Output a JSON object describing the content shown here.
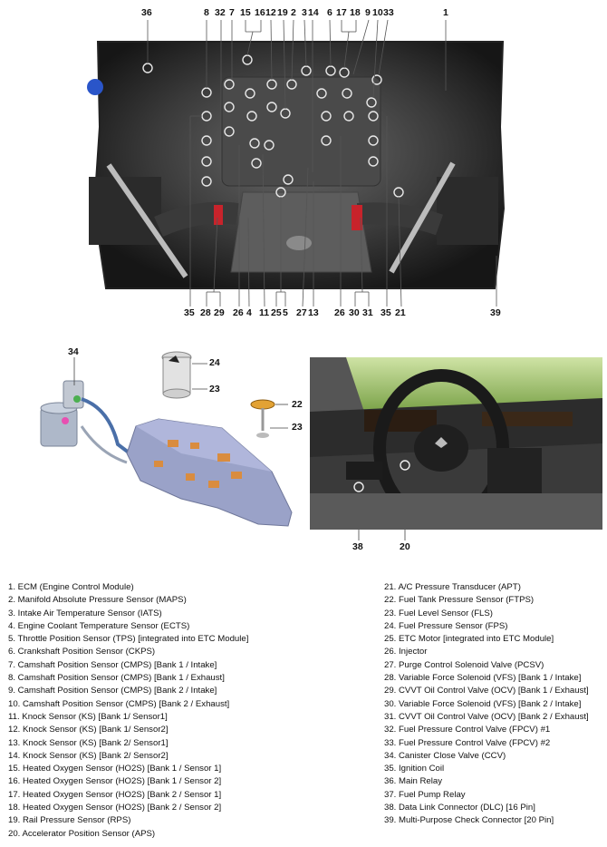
{
  "engine_callouts": {
    "top": [
      "36",
      "8",
      "32",
      "7",
      "15",
      "16",
      "12",
      "19",
      "2",
      "3",
      "14",
      "6",
      "17",
      "18",
      "9",
      "10",
      "33",
      "1"
    ],
    "bottom": [
      "35",
      "28",
      "29",
      "26",
      "4",
      "11",
      "25",
      "5",
      "27",
      "13",
      "26",
      "30",
      "31",
      "35",
      "21",
      "39"
    ]
  },
  "fuel_callouts": [
    "34",
    "24",
    "23",
    "22",
    "23"
  ],
  "interior_callouts": [
    "38",
    "20"
  ],
  "legend_left": [
    "1. ECM (Engine Control Module)",
    "2. Manifold Absolute Pressure Sensor (MAPS)",
    "3. Intake Air Temperature Sensor (IATS)",
    "4. Engine Coolant Temperature Sensor (ECTS)",
    "5. Throttle Position Sensor (TPS) [integrated into ETC Module]",
    "6. Crankshaft Position Sensor (CKPS)",
    "7. Camshaft Position Sensor (CMPS) [Bank 1 / Intake]",
    "8. Camshaft Position Sensor (CMPS) [Bank 1 / Exhaust]",
    "9. Camshaft Position Sensor (CMPS) [Bank 2 / Intake]",
    "10. Camshaft Position Sensor (CMPS) [Bank 2 / Exhaust]",
    "11. Knock Sensor (KS) [Bank 1/ Sensor1]",
    "12. Knock Sensor (KS) [Bank 1/ Sensor2]",
    "13. Knock Sensor (KS) [Bank 2/ Sensor1]",
    "14. Knock Sensor (KS) [Bank 2/ Sensor2]",
    "15. Heated Oxygen Sensor (HO2S) [Bank 1 / Sensor 1]",
    "16. Heated Oxygen Sensor (HO2S) [Bank 1 / Sensor 2]",
    "17. Heated Oxygen Sensor (HO2S) [Bank 2 / Sensor 1]",
    "18. Heated Oxygen Sensor (HO2S) [Bank 2 / Sensor 2]",
    "19. Rail Pressure Sensor (RPS)",
    "20. Accelerator Position Sensor (APS)"
  ],
  "legend_right": [
    "21. A/C Pressure Transducer (APT)",
    "22. Fuel Tank Pressure Sensor (FTPS)",
    "23. Fuel Level Sensor (FLS)",
    "24. Fuel Pressure Sensor (FPS)",
    "25. ETC Motor [integrated into ETC Module]",
    "26. Injector",
    "27. Purge Control Solenoid Valve (PCSV)",
    "28. Variable Force Solenoid (VFS) [Bank 1 / Intake]",
    "29. CVVT Oil Control Valve (OCV) [Bank 1 / Exhaust]",
    "30. Variable Force Solenoid (VFS) [Bank 2 / Intake]",
    "31. CVVT Oil Control Valve (OCV) [Bank 2 / Exhaust]",
    "32. Fuel Pressure Control Valve (FPCV) #1",
    "33. Fuel Pressure Control Valve (FPCV) #2",
    "34. Canister Close Valve (CCV)",
    "35. Ignition Coil",
    "36. Main Relay",
    "37. Fuel Pump Relay",
    "38. Data Link Connector (DLC) [16 Pin]",
    "39. Multi-Purpose Check Connector [20 Pin]"
  ]
}
